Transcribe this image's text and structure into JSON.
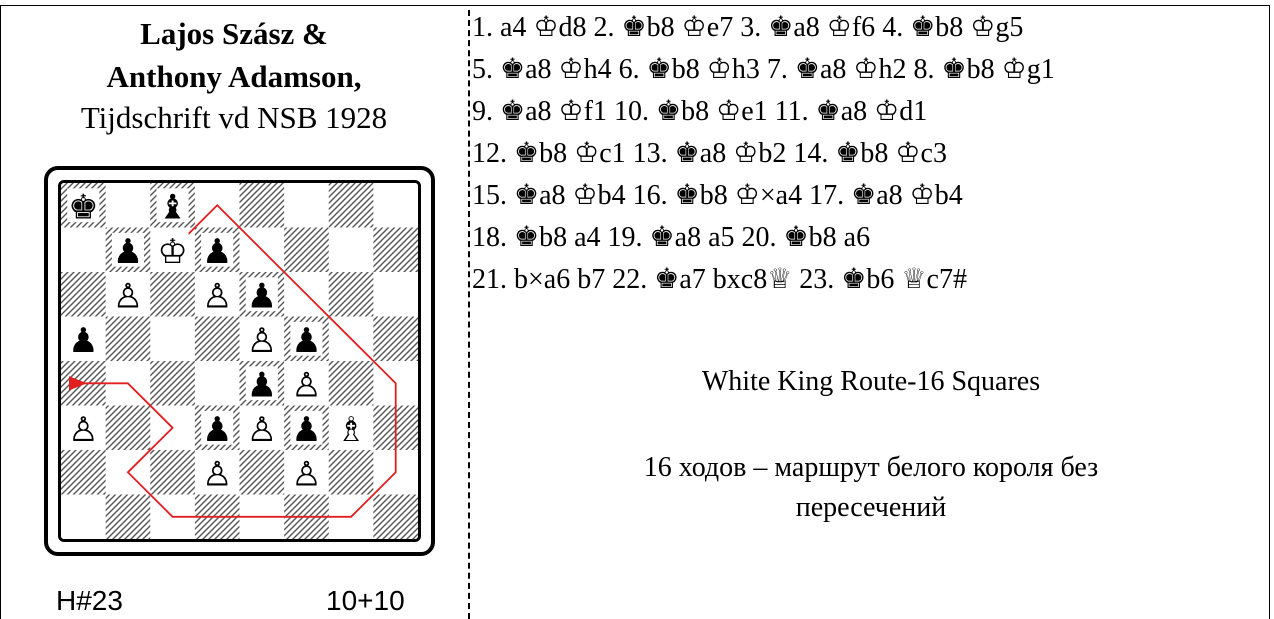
{
  "header": {
    "authors_line1": "Lajos Szász &",
    "authors_line2": "Anthony Adamson,",
    "source": "Tijdschrift vd NSB 1928"
  },
  "problem": {
    "stipulation": "H#23",
    "piece_count": "10+10"
  },
  "board": {
    "orientation": "white-bottom",
    "light_square_color": "#ffffff",
    "dark_square_pattern": "diagonal-hatch",
    "route_color": "#e02020",
    "pieces": [
      {
        "square": "a8",
        "piece": "black-king",
        "glyph": "♚"
      },
      {
        "square": "c8",
        "piece": "black-bishop",
        "glyph": "♝"
      },
      {
        "square": "b7",
        "piece": "black-pawn",
        "glyph": "♟"
      },
      {
        "square": "c7",
        "piece": "white-king",
        "glyph": "♔"
      },
      {
        "square": "d7",
        "piece": "black-pawn",
        "glyph": "♟"
      },
      {
        "square": "b6",
        "piece": "white-pawn",
        "glyph": "♙"
      },
      {
        "square": "d6",
        "piece": "white-pawn",
        "glyph": "♙"
      },
      {
        "square": "e6",
        "piece": "black-pawn",
        "glyph": "♟"
      },
      {
        "square": "a5",
        "piece": "black-pawn",
        "glyph": "♟"
      },
      {
        "square": "e5",
        "piece": "white-pawn",
        "glyph": "♙"
      },
      {
        "square": "f5",
        "piece": "black-pawn",
        "glyph": "♟"
      },
      {
        "square": "e4",
        "piece": "black-pawn",
        "glyph": "♟"
      },
      {
        "square": "f4",
        "piece": "white-pawn",
        "glyph": "♙"
      },
      {
        "square": "a3",
        "piece": "white-pawn",
        "glyph": "♙"
      },
      {
        "square": "d3",
        "piece": "black-pawn",
        "glyph": "♟"
      },
      {
        "square": "e3",
        "piece": "white-pawn",
        "glyph": "♙"
      },
      {
        "square": "f3",
        "piece": "black-pawn",
        "glyph": "♟"
      },
      {
        "square": "g3",
        "piece": "white-bishop",
        "glyph": "♗"
      },
      {
        "square": "d2",
        "piece": "white-pawn",
        "glyph": "♙"
      },
      {
        "square": "f2",
        "piece": "white-pawn",
        "glyph": "♙"
      }
    ],
    "king_route": [
      "c7",
      "d8",
      "e7",
      "f6",
      "g5",
      "h4",
      "h3",
      "h2",
      "g1",
      "f1",
      "e1",
      "d1",
      "c1",
      "b2",
      "c3",
      "b4",
      "a4"
    ]
  },
  "solution": {
    "lines": [
      [
        {
          "num": "1.",
          "bk": "",
          "black": "a4",
          "wk": "♔",
          "white": "d8"
        },
        {
          "num": "2.",
          "bk": "♚",
          "black": "b8",
          "wk": "♔",
          "white": "e7"
        },
        {
          "num": "3.",
          "bk": "♚",
          "black": "a8",
          "wk": "♔",
          "white": "f6"
        },
        {
          "num": "4.",
          "bk": "♚",
          "black": "b8",
          "wk": "♔",
          "white": "g5"
        }
      ],
      [
        {
          "num": "5.",
          "bk": "♚",
          "black": "a8",
          "wk": "♔",
          "white": "h4"
        },
        {
          "num": "6.",
          "bk": "♚",
          "black": "b8",
          "wk": "♔",
          "white": "h3"
        },
        {
          "num": "7.",
          "bk": "♚",
          "black": "a8",
          "wk": "♔",
          "white": "h2"
        },
        {
          "num": "8.",
          "bk": "♚",
          "black": "b8",
          "wk": "♔",
          "white": "g1"
        }
      ],
      [
        {
          "num": "9.",
          "bk": "♚",
          "black": "a8",
          "wk": "♔",
          "white": "f1"
        },
        {
          "num": "10.",
          "bk": "♚",
          "black": "b8",
          "wk": "♔",
          "white": "e1"
        },
        {
          "num": "11.",
          "bk": "♚",
          "black": "a8",
          "wk": "♔",
          "white": "d1"
        }
      ],
      [
        {
          "num": "12.",
          "bk": "♚",
          "black": "b8",
          "wk": "♔",
          "white": "c1"
        },
        {
          "num": "13.",
          "bk": "♚",
          "black": "a8",
          "wk": "♔",
          "white": "b2"
        },
        {
          "num": "14.",
          "bk": "♚",
          "black": "b8",
          "wk": "♔",
          "white": "c3"
        }
      ],
      [
        {
          "num": "15.",
          "bk": "♚",
          "black": "a8",
          "wk": "♔",
          "white": "b4"
        },
        {
          "num": "16.",
          "bk": "♚",
          "black": "b8",
          "wk": "♔",
          "white": "×a4"
        },
        {
          "num": "17.",
          "bk": "♚",
          "black": "a8",
          "wk": "♔",
          "white": "b4"
        }
      ],
      [
        {
          "num": "18.",
          "bk": "♚",
          "black": "b8",
          "wk": "",
          "white": "a4"
        },
        {
          "num": "19.",
          "bk": "♚",
          "black": "a8",
          "wk": "",
          "white": "a5"
        },
        {
          "num": "20.",
          "bk": "♚",
          "black": "b8",
          "wk": "",
          "white": "a6"
        }
      ],
      [
        {
          "num": "21.",
          "bk": "",
          "black": "b×a6",
          "wk": "",
          "white": "b7"
        },
        {
          "num": "22.",
          "bk": "♚",
          "black": "a7",
          "wk": "",
          "white": "bxc8♕"
        },
        {
          "num": "23.",
          "bk": "♚",
          "black": "b6",
          "wk": "♕",
          "white": "c7#"
        }
      ]
    ]
  },
  "captions": {
    "english": "White King Route-16 Squares",
    "russian_line1": "16 ходов – маршрут белого короля без",
    "russian_line2": "пересечений"
  }
}
